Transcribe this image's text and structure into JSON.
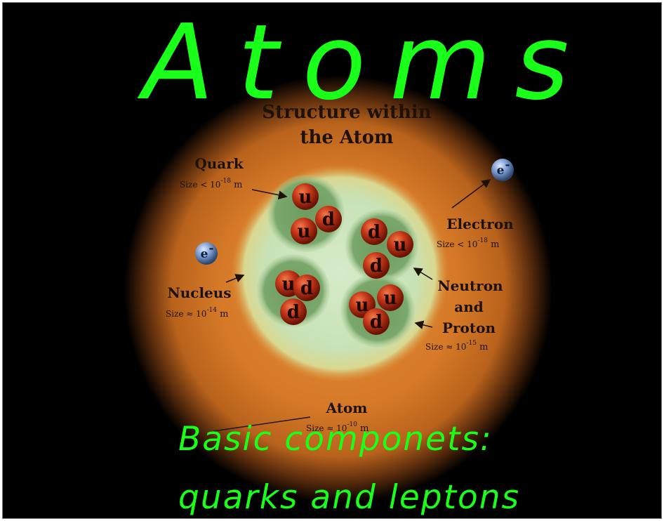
{
  "title": "Atoms",
  "subtitle_line1": "Basic componets:",
  "subtitle_line2": "quarks and leptons",
  "diagram": {
    "heading_line1": "Structure within",
    "heading_line2": "the Atom",
    "quark_label": "Quark",
    "quark_size": "Size < 10",
    "quark_exp": "-18",
    "electron_label": "Electron",
    "electron_size": "Size < 10",
    "electron_exp": "-18",
    "nucleus_label": "Nucleus",
    "nucleus_size": "Size ≈ 10",
    "nucleus_exp": "-14",
    "nucleon_line1": "Neutron",
    "nucleon_line2": "and",
    "nucleon_line3": "Proton",
    "nucleon_size": "Size ≈ 10",
    "nucleon_exp": "-15",
    "atom_label": "Atom",
    "atom_size": "Size ≈ 10",
    "atom_exp": "-10",
    "unit": "m",
    "electron_symbol": "e",
    "electron_charge": "-",
    "quark_up": "u",
    "quark_down": "d"
  },
  "colors": {
    "title_green": "#1aff1a",
    "background": "#000000",
    "atom_orange": "#d27a2a",
    "nucleus_pale": "#cfe6c0",
    "nucleon_green": "#6a9a5e",
    "quark_red": "#b22a10",
    "electron_blue": "#6f8fc0"
  }
}
